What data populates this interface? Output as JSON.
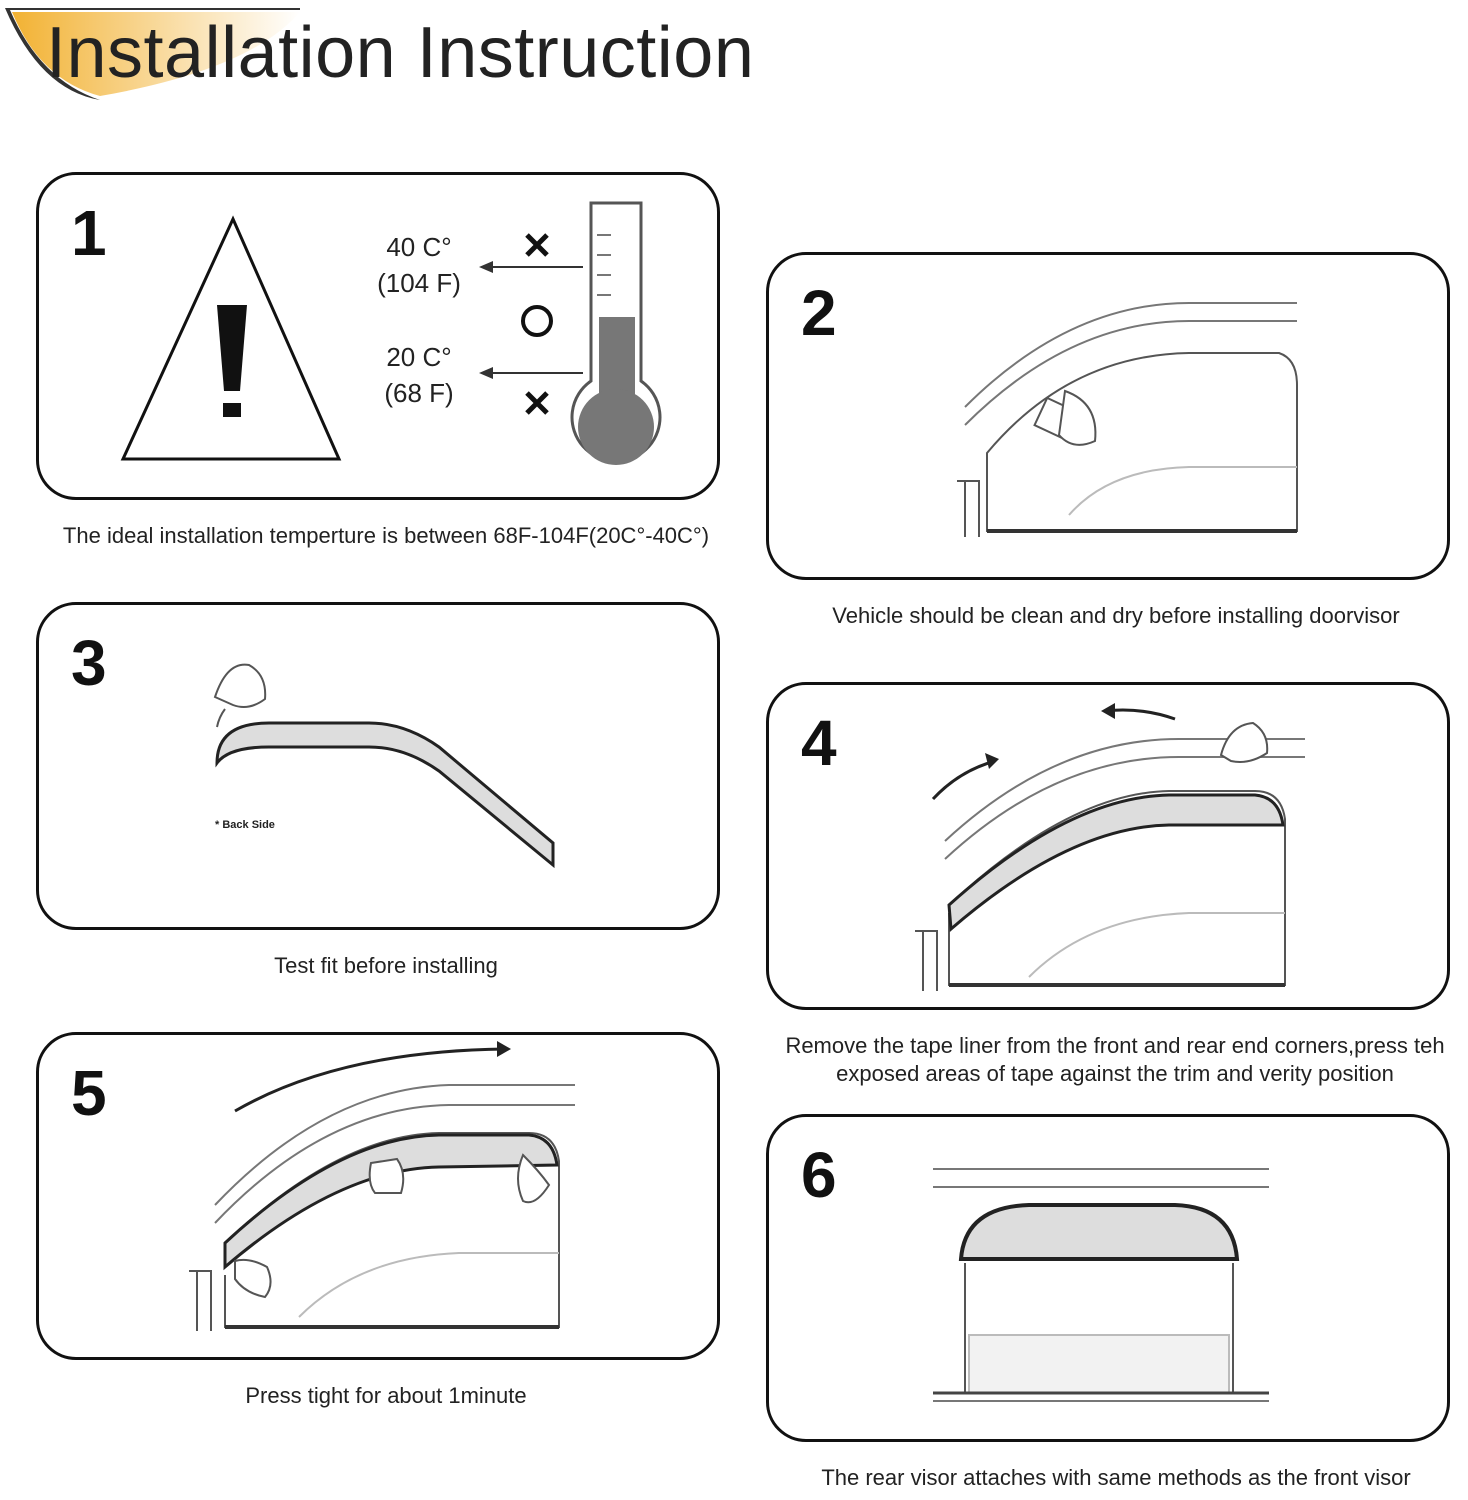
{
  "header": {
    "title": "Installation Instruction",
    "accent_color": "#f2b233"
  },
  "steps": [
    {
      "number": "1",
      "caption": "The ideal installation temperture is between 68F-104F(20C°-40C°)",
      "high_temp": "40 C°",
      "high_temp_f": "(104 F)",
      "low_temp": "20 C°",
      "low_temp_f": "(68  F)",
      "icons": [
        "warning-icon",
        "thermometer-icon",
        "cross-icon",
        "circle-icon"
      ]
    },
    {
      "number": "2",
      "caption": "Vehicle should be clean and dry before installing doorvisor"
    },
    {
      "number": "3",
      "caption": "Test fit before installing",
      "note": "* Back Side"
    },
    {
      "number": "4",
      "caption_line1": "Remove the tape liner from the front and rear end corners,press teh",
      "caption_line2": "exposed areas of tape against the trim and verity position"
    },
    {
      "number": "5",
      "caption": "Press tight for about 1minute"
    },
    {
      "number": "6",
      "caption": "The rear visor attaches with same methods as the front visor"
    }
  ]
}
